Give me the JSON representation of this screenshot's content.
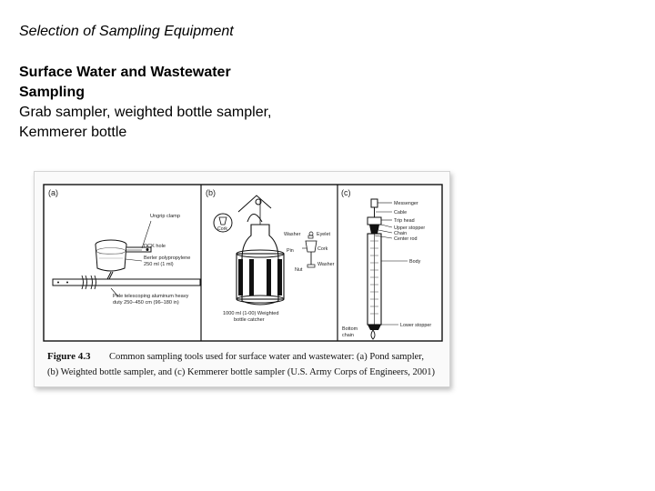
{
  "slide": {
    "title": "Selection of Sampling Equipment",
    "subheading_line1": "Surface Water and Wastewater",
    "subheading_line2": "Sampling",
    "body_line1": "Grab sampler, weighted bottle sampler,",
    "body_line2": "Kemmerer bottle"
  },
  "figure": {
    "panel_a": {
      "letter": "(a)",
      "labels": {
        "clamp": "Ungrip clamp",
        "hole": "DCK hole",
        "beaker1": "Berler polypropylene",
        "beaker2": "250 ml (1 ml)",
        "pole1": "Pole telescoping aluminum heavy",
        "pole2": "duty 250–450 cm (96–180 in)"
      }
    },
    "panel_b": {
      "letter": "(b)",
      "labels": {
        "cork_circle": "Cork",
        "washer_top": "Washer",
        "eyelet": "Eyelet",
        "pin": "Pin",
        "cork": "Cork",
        "washer_bottom": "Washer",
        "nut": "Nut",
        "bottom1": "1000 ml (1-00) Weighted",
        "bottom2": "bottle catcher"
      }
    },
    "panel_c": {
      "letter": "(c)",
      "labels": {
        "messenger": "Messenger",
        "cable": "Cable",
        "trip_head": "Trip head",
        "upper_stopper": "Upper stopper",
        "chain": "Chain",
        "center_rod": "Center rod",
        "body": "Body",
        "bottom_chain1": "Bottom",
        "bottom_chain2": "chain",
        "lower_stopper": "Lower stopper"
      }
    },
    "caption": {
      "label": "Figure 4.3",
      "line1": "Common sampling tools used for surface water and wastewater: (a) Pond sampler,",
      "line2": "(b) Weighted bottle sampler, and (c) Kemmerer bottle sampler (U.S. Army Corps of Engineers, 2001)"
    }
  }
}
